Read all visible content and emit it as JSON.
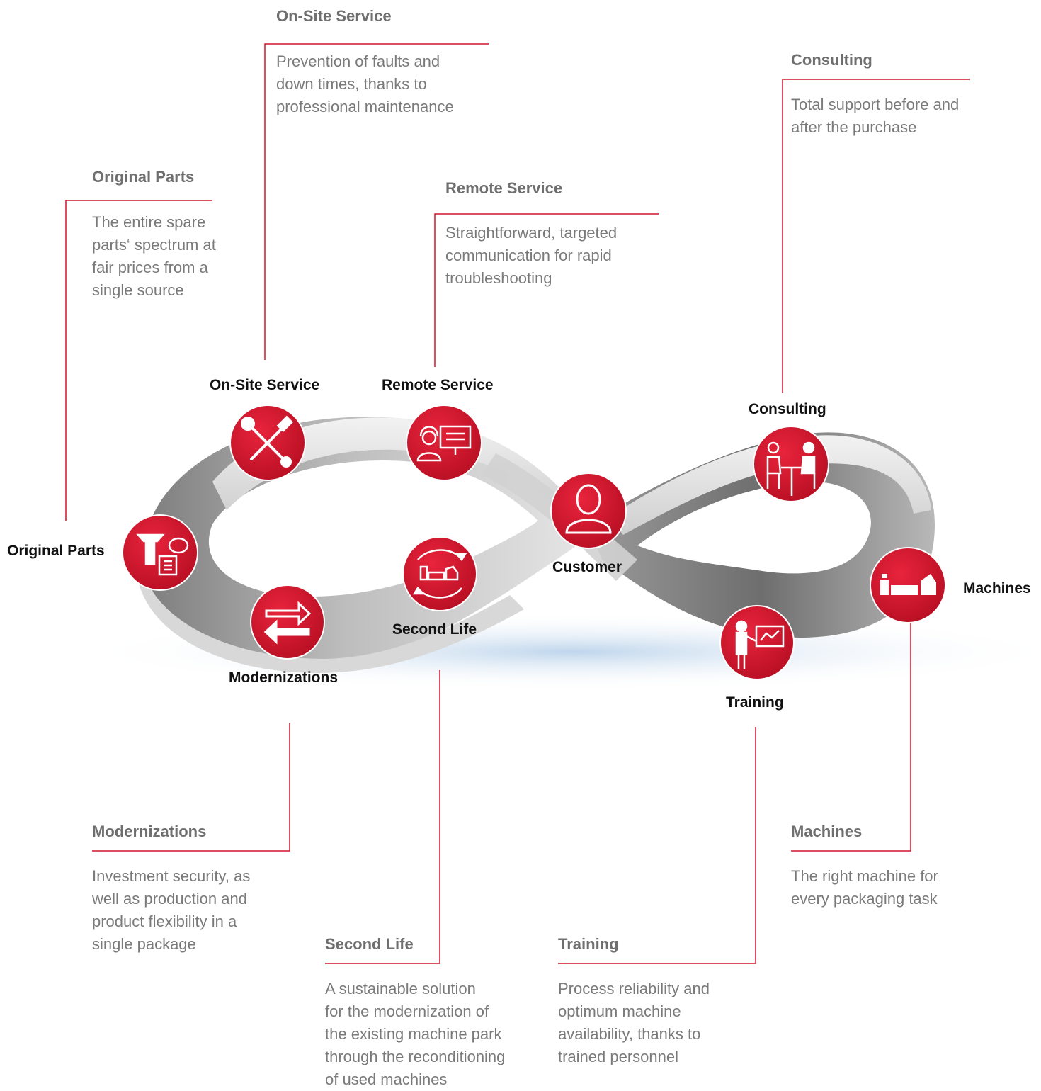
{
  "colors": {
    "accent": "#d0142c",
    "band_light": "#e3e3e3",
    "band_dark": "#8a8a8a",
    "shadow": "#c9dcef",
    "annotation_text": "#7a7a7a",
    "label_text": "#111111"
  },
  "center": {
    "label": "Customer",
    "icon": "person-icon"
  },
  "nodes": [
    {
      "id": "on-site-service",
      "label": "On-Site Service",
      "icon": "wrench-screwdriver-icon"
    },
    {
      "id": "remote-service",
      "label": "Remote Service",
      "icon": "headset-monitor-icon"
    },
    {
      "id": "consulting",
      "label": "Consulting",
      "icon": "consulting-people-icon"
    },
    {
      "id": "original-parts",
      "label": "Original Parts",
      "icon": "spare-parts-icon"
    },
    {
      "id": "second-life",
      "label": "Second Life",
      "icon": "recycle-machine-icon"
    },
    {
      "id": "machines",
      "label": "Machines",
      "icon": "machine-icon"
    },
    {
      "id": "modernizations",
      "label": "Modernizations",
      "icon": "exchange-arrows-icon"
    },
    {
      "id": "training",
      "label": "Training",
      "icon": "presentation-board-icon"
    }
  ],
  "annotations": [
    {
      "id": "on-site-service",
      "title": "On-Site Service",
      "text": "Prevention of faults and\ndown times, thanks to\nprofessional maintenance"
    },
    {
      "id": "consulting",
      "title": "Consulting",
      "text": "Total support before and\nafter the purchase"
    },
    {
      "id": "original-parts",
      "title": "Original Parts",
      "text": "The entire spare\nparts‘ spectrum at\nfair prices from a\nsingle source"
    },
    {
      "id": "remote-service",
      "title": "Remote Service",
      "text": "Straightforward, targeted\ncommunication for rapid\ntroubleshooting"
    },
    {
      "id": "modernizations",
      "title": "Modernizations",
      "text": "Investment security, as\nwell as production and\nproduct flexibility in a\nsingle package"
    },
    {
      "id": "machines",
      "title": "Machines",
      "text": "The right machine for\nevery packaging task"
    },
    {
      "id": "second-life",
      "title": "Second Life",
      "text": "A sustainable solution\nfor the modernization of\nthe existing machine park\nthrough the reconditioning\nof used machines"
    },
    {
      "id": "training",
      "title": "Training",
      "text": "Process reliability and\noptimum machine\navailability, thanks to\ntrained personnel"
    }
  ]
}
